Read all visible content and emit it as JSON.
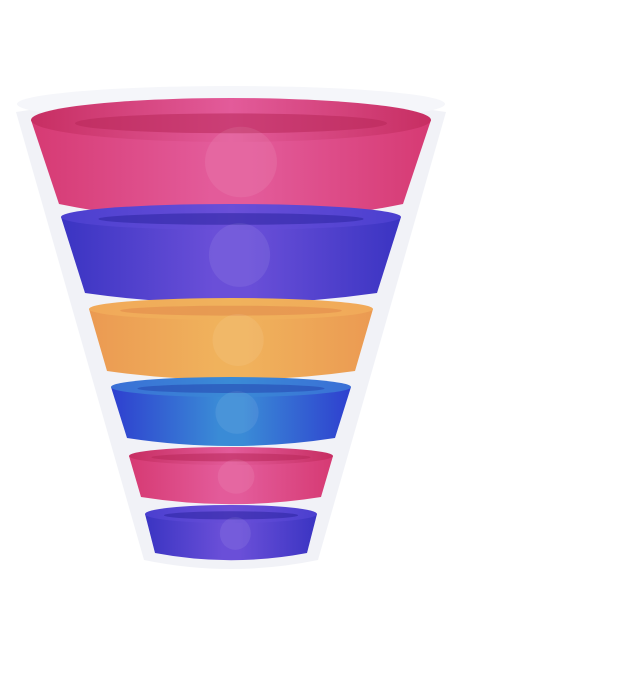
{
  "diagram": {
    "type": "funnel",
    "layer_count": 6,
    "background_color": "#ffffff",
    "shell_color": "#eef0f6",
    "layers": [
      {
        "id": "layer-1",
        "color_theme": "pink",
        "colors": {
          "edge": "#d63a73",
          "mid": "#e35b9a",
          "rim": "#c72e62",
          "inner": "#b8285a"
        }
      },
      {
        "id": "layer-2",
        "color_theme": "indigo",
        "colors": {
          "edge": "#3a34c2",
          "mid": "#6a4fd8",
          "rim": "#4a3fcf",
          "inner": "#2c25a0"
        }
      },
      {
        "id": "layer-3",
        "color_theme": "orange",
        "colors": {
          "edge": "#eb9a52",
          "mid": "#f0b25c",
          "rim": "#f1a959",
          "inner": "#e0894a"
        }
      },
      {
        "id": "layer-4",
        "color_theme": "blue",
        "colors": {
          "edge": "#2e3fcf",
          "mid": "#3a8bd6",
          "rim": "#3a6fd6",
          "inner": "#2546b0"
        }
      },
      {
        "id": "layer-5",
        "color_theme": "pink",
        "colors": {
          "edge": "#d63a73",
          "mid": "#e35b9a",
          "rim": "#c72e62",
          "inner": "#b8285a"
        }
      },
      {
        "id": "layer-6",
        "color_theme": "indigo",
        "colors": {
          "edge": "#3a34c2",
          "mid": "#6a4fd8",
          "rim": "#4a3fcf",
          "inner": "#2c25a0"
        }
      }
    ]
  }
}
